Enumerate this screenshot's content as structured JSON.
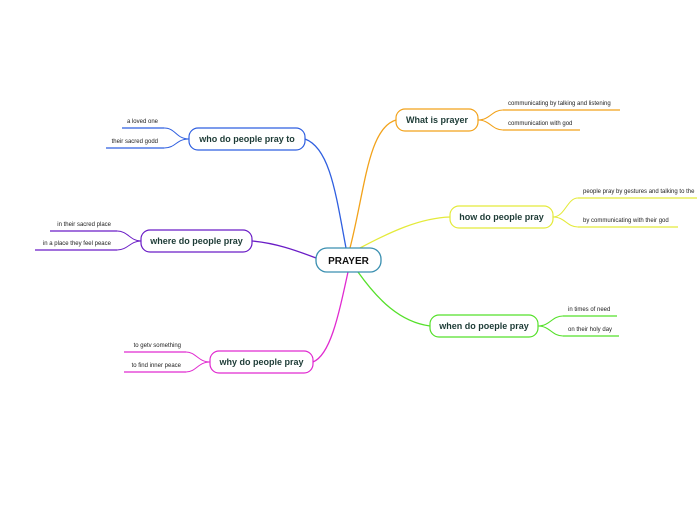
{
  "center": {
    "label": "PRAYER",
    "color": "#3a8fb0"
  },
  "branches": [
    {
      "label": "What is prayer",
      "color": "#f2a21a",
      "leaves": [
        "communicating by talking and listening",
        "communication with god"
      ]
    },
    {
      "label": "how do people pray",
      "color": "#e4ea3a",
      "leaves": [
        "people pray by gestures and talking to the",
        "by communicating with their god"
      ]
    },
    {
      "label": "when do poeple pray",
      "color": "#55e02a",
      "leaves": [
        "in times of need",
        "on their holy day"
      ]
    },
    {
      "label": "who do people pray to",
      "color": "#2f5fe0",
      "leaves": [
        "a loved one",
        "their sacred godd"
      ]
    },
    {
      "label": "where do people pray",
      "color": "#6a1cc6",
      "leaves": [
        "in their sacred place",
        "in a place they feel peace"
      ]
    },
    {
      "label": "why do people pray",
      "color": "#e02ad0",
      "leaves": [
        "to getv something",
        "to find inner peace"
      ]
    }
  ]
}
